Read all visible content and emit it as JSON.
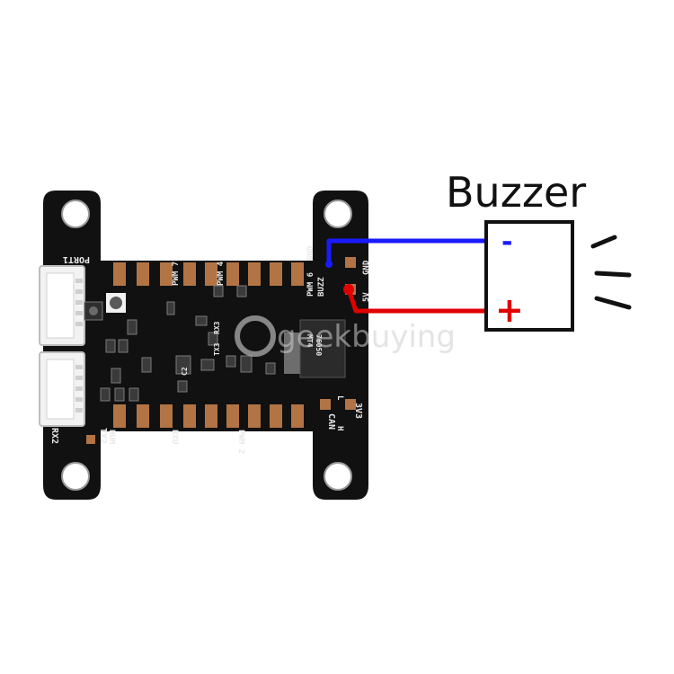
{
  "diagram": {
    "title": "Buzzer",
    "buzzer_minus": "-",
    "buzzer_plus": "+",
    "watermark": "geekbuying",
    "colors": {
      "wire_negative": "#1a1aff",
      "wire_positive": "#e00000",
      "board": "#111111",
      "pad": "#b27444",
      "silkscreen": "#e8e8e8"
    }
  },
  "board": {
    "labels": {
      "port1": "PORT1",
      "pwm6": "PWM 6",
      "gnd_top": "GND",
      "buzz": "BUZZ",
      "gnd_right": "GND",
      "v5": "5V",
      "pwm7": "PWM 7",
      "pwm4": "PWM 4",
      "rx3": "RX3",
      "tx3": "TX3",
      "c2": "C2",
      "rx2": "RX2",
      "tx2": "TX2",
      "v3v3": "3V3",
      "can": "CAN",
      "can_h": "H",
      "can_l": "L",
      "bottom_left": "HUM",
      "bottom_mid": "RXU",
      "bottom_right": "PWM 2",
      "chip_a": "76050",
      "chip_b": "MT4"
    }
  }
}
